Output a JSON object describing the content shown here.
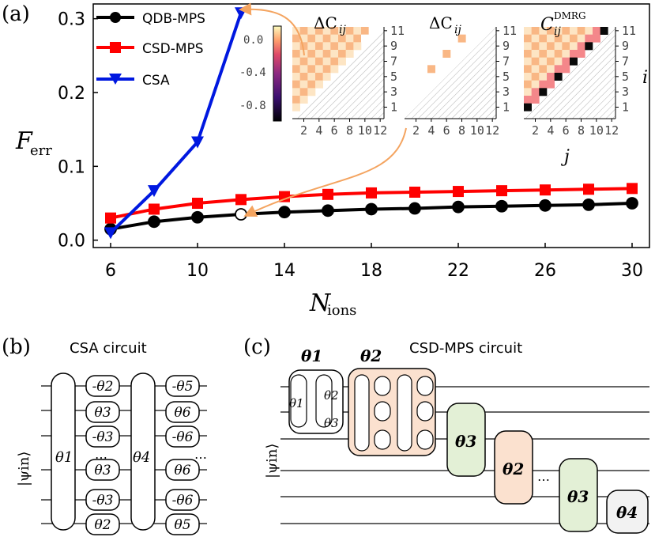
{
  "panel_labels": {
    "a": "(a)",
    "b": "(b)",
    "c": "(c)"
  },
  "chart_data": {
    "type": "line",
    "xlabel_main": "N",
    "xlabel_sub": "ions",
    "ylabel_main": "F",
    "ylabel_sub": "err",
    "xlim": [
      5.2,
      30.8
    ],
    "ylim": [
      -0.01,
      0.32
    ],
    "xticks": [
      6,
      10,
      14,
      18,
      22,
      26,
      30
    ],
    "yticks": [
      0.0,
      0.1,
      0.2,
      0.3
    ],
    "ytick_labels": [
      "0.0",
      "0.1",
      "0.2",
      "0.3"
    ],
    "legend_position": "top-left",
    "series": [
      {
        "name": "QDB-MPS",
        "color": "#000000",
        "marker": "circle",
        "x": [
          6,
          8,
          10,
          12,
          14,
          16,
          18,
          20,
          22,
          24,
          26,
          28,
          30
        ],
        "y": [
          0.015,
          0.025,
          0.031,
          0.035,
          0.038,
          0.04,
          0.042,
          0.043,
          0.045,
          0.046,
          0.047,
          0.048,
          0.05
        ],
        "hollow_at_x": 12
      },
      {
        "name": "CSD-MPS",
        "color": "#ff0000",
        "marker": "square",
        "x": [
          6,
          8,
          10,
          12,
          14,
          16,
          18,
          20,
          22,
          24,
          26,
          28,
          30
        ],
        "y": [
          0.03,
          0.042,
          0.05,
          0.055,
          0.059,
          0.062,
          0.064,
          0.065,
          0.066,
          0.067,
          0.068,
          0.069,
          0.07
        ]
      },
      {
        "name": "CSA",
        "color": "#0018e0",
        "marker": "triangle-down",
        "x": [
          6,
          8,
          10,
          12
        ],
        "y": [
          0.01,
          0.067,
          0.133,
          0.308
        ]
      }
    ],
    "insets": {
      "titles": [
        "ΔC",
        "ΔC",
        "C"
      ],
      "title_sub": "ij",
      "title_sup3": "DMRG",
      "xticks": [
        "2",
        "4",
        "6",
        "8",
        "10",
        "12"
      ],
      "yticks": [
        "11",
        "9",
        "7",
        "5",
        "3",
        "1"
      ],
      "xlabel": "j",
      "ylabel": "i",
      "colorbar_ticks": [
        "0.0",
        "-0.4",
        "-0.8"
      ]
    }
  },
  "panel_b": {
    "title": "CSA circuit",
    "psi_label": "|ψin⟩",
    "theta1": "θ1",
    "theta4": "θ4",
    "col1": [
      "-θ2",
      "θ3",
      "-θ3",
      "θ3",
      "-θ3",
      "θ2"
    ],
    "col2": [
      "-θ5",
      "θ6",
      "-θ6",
      "θ6",
      "-θ6",
      "θ5"
    ],
    "dots": "⋯"
  },
  "panel_c": {
    "title": "CSD-MPS circuit",
    "psi_label": "|ψin⟩",
    "head1": "θ1",
    "head2": "θ2",
    "small": [
      "θ1",
      "θ2",
      "θ3"
    ],
    "blocks": [
      "θ3",
      "θ2",
      "θ3",
      "θ4"
    ],
    "dots": "⋯"
  }
}
